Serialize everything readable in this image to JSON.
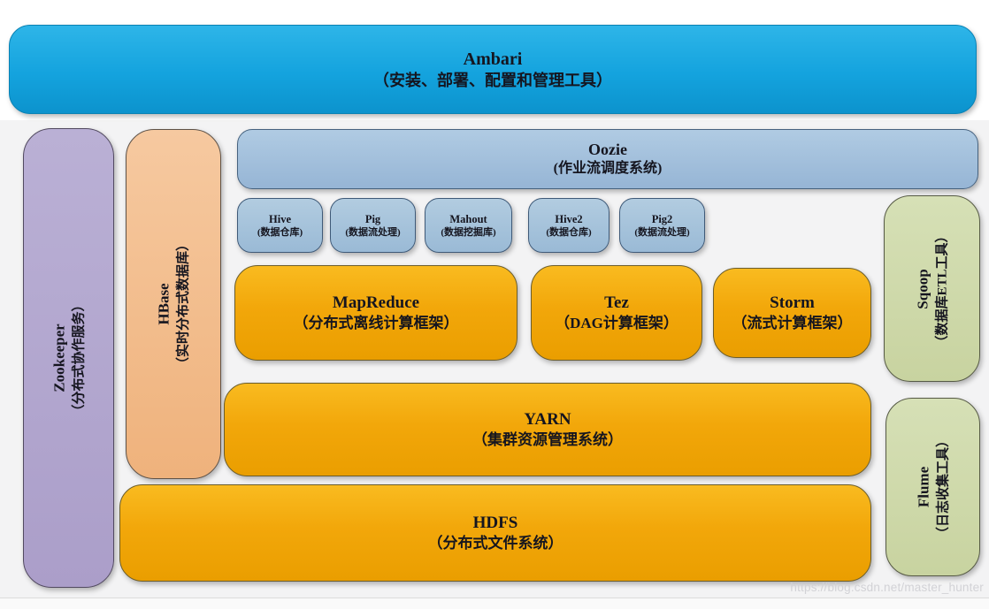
{
  "watermark": "https://blog.csdn.net/master_hunter",
  "colors": {
    "ambari_blue": "#14a3de",
    "steel_blue": "#9ebdd8",
    "gold": "#f2a70a",
    "purple": "#b0a3cc",
    "peach": "#f2bb8b",
    "olive_green": "#cdd7a6",
    "panel_gray": "#f3f3f4",
    "text": "#15151f"
  },
  "boxes": {
    "ambari": {
      "title": "Ambari",
      "subtitle": "（安装、部署、配置和管理工具）"
    },
    "zookeeper": {
      "title": "Zookeeper",
      "subtitle": "（分布式协作服务）"
    },
    "hbase": {
      "title": "HBase",
      "subtitle": "（实时分布式数据库）"
    },
    "oozie": {
      "title": "Oozie",
      "subtitle": "(作业流调度系统)"
    },
    "hive": {
      "title": "Hive",
      "subtitle": "(数据仓库)"
    },
    "pig": {
      "title": "Pig",
      "subtitle": "(数据流处理)"
    },
    "mahout": {
      "title": "Mahout",
      "subtitle": "(数据挖掘库)"
    },
    "hive2": {
      "title": "Hive2",
      "subtitle": "(数据仓库)"
    },
    "pig2": {
      "title": "Pig2",
      "subtitle": "(数据流处理)"
    },
    "mapreduce": {
      "title": "MapReduce",
      "subtitle": "（分布式离线计算框架）"
    },
    "tez": {
      "title": "Tez",
      "subtitle": "（DAG计算框架）"
    },
    "storm": {
      "title": "Storm",
      "subtitle": "（流式计算框架）"
    },
    "yarn": {
      "title": "YARN",
      "subtitle": "（集群资源管理系统）"
    },
    "hdfs": {
      "title": "HDFS",
      "subtitle": "（分布式文件系统）"
    },
    "sqoop": {
      "title": "Sqoop",
      "subtitle": "（数据库ETL工具）"
    },
    "flume": {
      "title": "Flume",
      "subtitle": "（日志收集工具）"
    }
  }
}
